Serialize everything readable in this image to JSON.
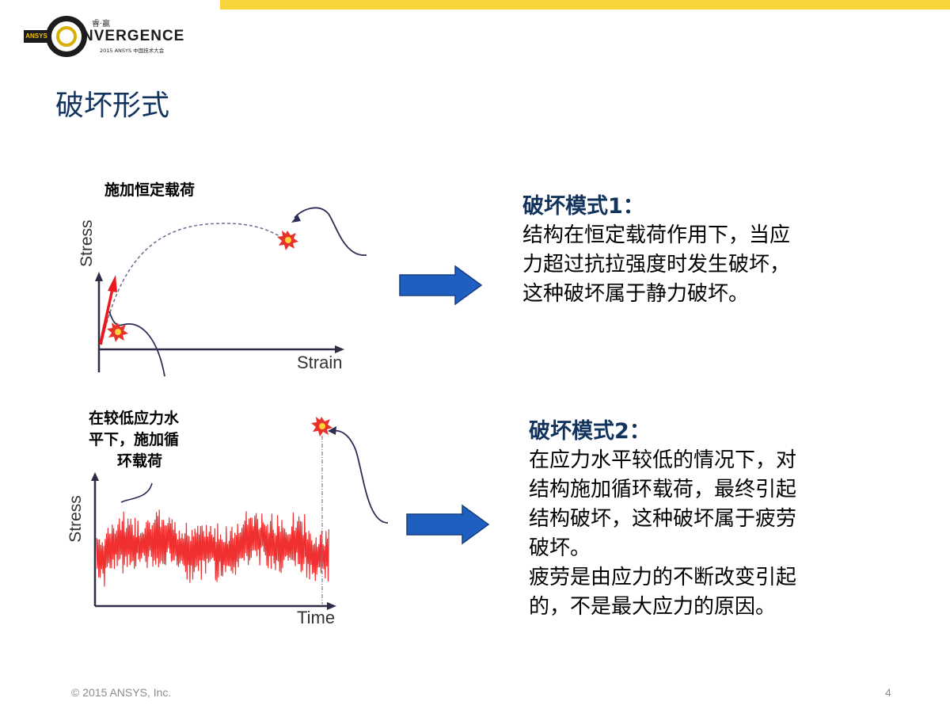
{
  "header": {
    "logo_brand": "ANSYS",
    "logo_cn": "睿·赢",
    "logo_name": "NVERGENCE",
    "logo_sub": "2015 ANSYS 中国技术大会"
  },
  "title": "破坏形式",
  "chart1": {
    "caption": "施加恒定载荷",
    "ylabel": "Stress",
    "xlabel": "Strain"
  },
  "chart2": {
    "caption_lines": [
      "在较低应力水",
      "平下，施加循",
      "环载荷"
    ],
    "ylabel": "Stress",
    "xlabel": "Time"
  },
  "mode1": {
    "heading": "破坏模式1：",
    "lines": [
      "结构在恒定载荷作用下，当应",
      "力超过抗拉强度时发生破坏，",
      "这种破坏属于静力破坏。"
    ]
  },
  "mode2": {
    "heading": "破坏模式2：",
    "lines": [
      "在应力水平较低的情况下，对",
      "结构施加循环载荷，最终引起",
      "结构破坏，这种破坏属于疲劳",
      "破坏。",
      "疲劳是由应力的不断改变引起",
      "的，不是最大应力的原因。"
    ]
  },
  "colors": {
    "accent_bar": "#f6d63a",
    "title_blue": "#12335e",
    "arrow_blue": "#1f5fbf",
    "signal_red": "#f03030"
  },
  "footer": {
    "copyright": "© 2015 ANSYS, Inc.",
    "page": "4"
  }
}
